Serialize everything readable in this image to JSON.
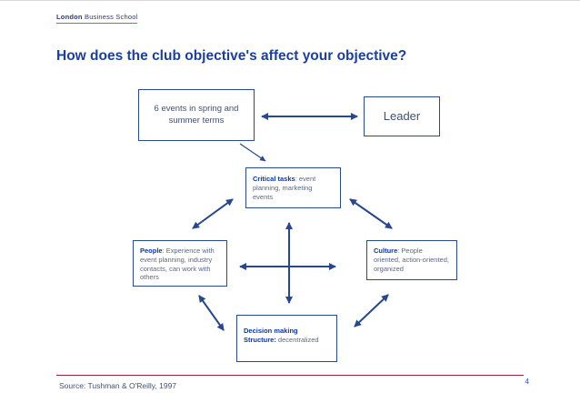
{
  "logo": {
    "bold": "London",
    "rest": " Business School"
  },
  "title": "How does the club objective's affect your objective?",
  "boxes": {
    "events": {
      "text": "6 events in spring and summer terms"
    },
    "leader": {
      "text": "Leader"
    },
    "critical": {
      "lead": "Critical tasks",
      "rest": ": event planning, marketing events"
    },
    "people": {
      "lead": "People",
      "rest": ": Experience with event planning, industry contacts,  can work with others"
    },
    "culture": {
      "lead": "Culture",
      "rest": ": People oriented, action-oriented, organized"
    },
    "decision": {
      "lead": "Decision making Structure:",
      "rest": " decentralized"
    }
  },
  "footer": {
    "source": "Source: Tushman & O'Reilly, 1997",
    "page": "4"
  },
  "colors": {
    "title_blue": "#1b3fa0",
    "box_border": "#2a4a8f",
    "body_text": "#5a6886",
    "bold_lead": "#0b37a5",
    "arrow": "#27478f",
    "footer_line_red": "#96233c",
    "logo_underline_red": "#c4576b"
  }
}
